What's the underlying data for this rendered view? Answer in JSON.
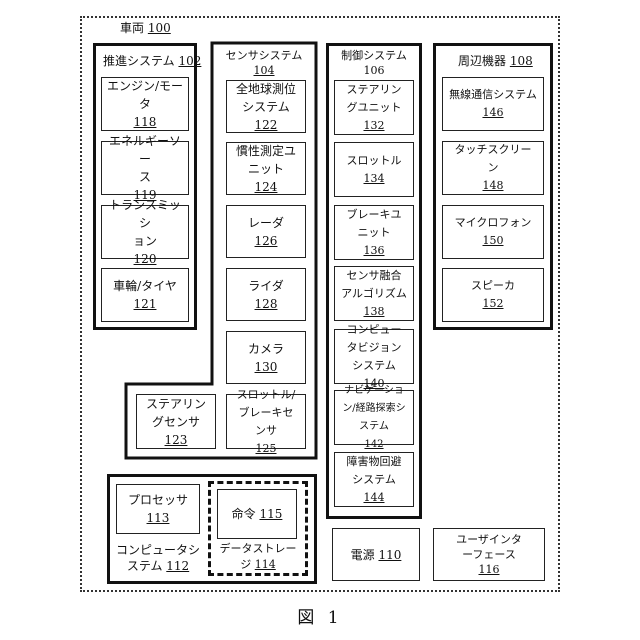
{
  "vehicle": {
    "label": "車両",
    "ref": "100"
  },
  "propulsion": {
    "title": "推進システム",
    "ref": "102",
    "items": [
      {
        "lines": [
          "エンジン/モー",
          "タ"
        ],
        "ref": "118"
      },
      {
        "lines": [
          "エネルギーソー",
          "ス"
        ],
        "ref": "119"
      },
      {
        "lines": [
          "トランスミッシ",
          "ョン"
        ],
        "ref": "120"
      },
      {
        "lines": [
          "車輪/タイヤ"
        ],
        "ref": "121"
      }
    ]
  },
  "sensor": {
    "title": "センサシステム",
    "ref": "104",
    "items": [
      {
        "lines": [
          "全地球測位",
          "システム"
        ],
        "ref": "122"
      },
      {
        "lines": [
          "慣性測定ユ",
          "ニット"
        ],
        "ref": "124"
      },
      {
        "lines": [
          "レーダ"
        ],
        "ref": "126"
      },
      {
        "lines": [
          "ライダ"
        ],
        "ref": "128"
      },
      {
        "lines": [
          "カメラ"
        ],
        "ref": "130"
      }
    ],
    "steering_sensor": {
      "lines": [
        "ステアリン",
        "グセンサ"
      ],
      "ref": "123"
    },
    "throttle_brake_sensor": {
      "lines": [
        "スロットル/",
        "ブレーキセ",
        "ンサ"
      ],
      "ref": "125"
    }
  },
  "control": {
    "title": "制御システム",
    "ref": "106",
    "items": [
      {
        "lines": [
          "ステアリン",
          "グユニット"
        ],
        "ref": "132"
      },
      {
        "lines": [
          "スロットル"
        ],
        "ref": "134"
      },
      {
        "lines": [
          "ブレーキユ",
          "ニット"
        ],
        "ref": "136"
      },
      {
        "lines": [
          "センサ融合",
          "アルゴリズム"
        ],
        "ref": "138"
      },
      {
        "lines": [
          "コンピュー",
          "タビジョン",
          "システム"
        ],
        "ref": "140"
      },
      {
        "lines": [
          "ナビゲーショ",
          "ン/経路探索シ",
          "ステム"
        ],
        "ref": "142"
      },
      {
        "lines": [
          "障害物回避",
          "システム"
        ],
        "ref": "144"
      }
    ]
  },
  "peripherals": {
    "title": "周辺機器",
    "ref": "108",
    "items": [
      {
        "lines": [
          "無線通信システム"
        ],
        "ref": "146"
      },
      {
        "lines": [
          "タッチスクリー",
          "ン"
        ],
        "ref": "148"
      },
      {
        "lines": [
          "マイクロフォン"
        ],
        "ref": "150"
      },
      {
        "lines": [
          "スピーカ"
        ],
        "ref": "152"
      }
    ]
  },
  "computer": {
    "lines": [
      "コンピュータシ",
      "ステム"
    ],
    "ref": "112",
    "processor": {
      "lines": [
        "プロセッサ"
      ],
      "ref": "113"
    },
    "storage": {
      "lines": [
        "データストレー",
        "ジ"
      ],
      "ref": "114"
    },
    "instructions": {
      "lines": [
        "命令"
      ],
      "ref": "115"
    }
  },
  "power": {
    "lines": [
      "電源"
    ],
    "ref": "110"
  },
  "ui": {
    "lines": [
      "ユーザインタ",
      "ーフェース"
    ],
    "ref": "116"
  },
  "figure_caption": "図 1"
}
